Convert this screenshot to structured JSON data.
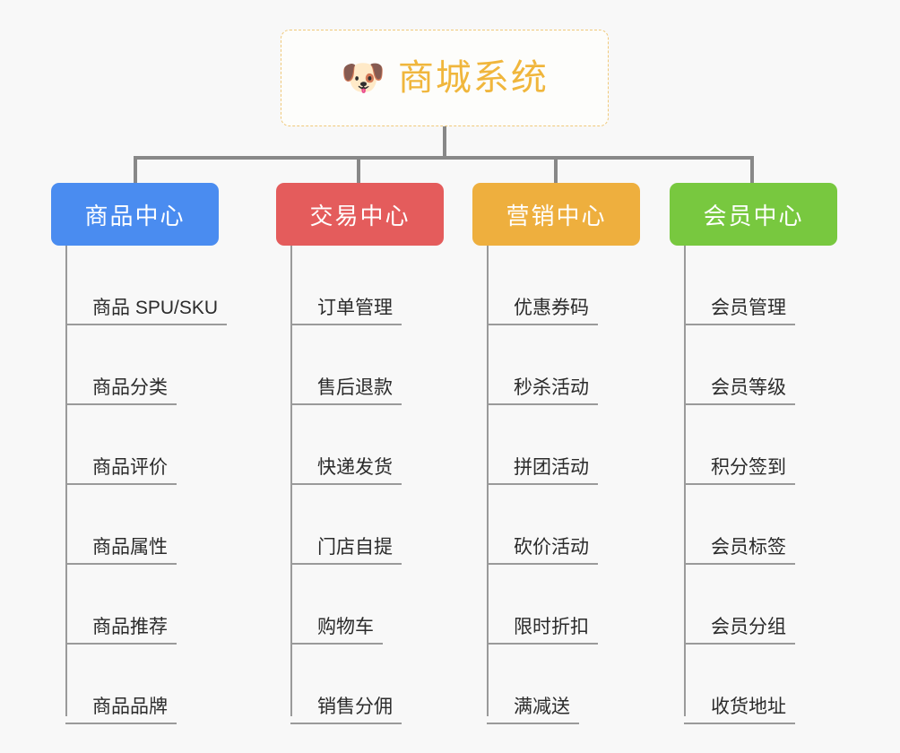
{
  "page": {
    "background_color": "#f8f8f8",
    "title": "商城系统"
  },
  "root": {
    "icon": "shiba-dog-face-emoji",
    "icon_glyph": "🐶",
    "label": "商城系统",
    "text_color": "#f0b63c",
    "border_color": "#f0c97a"
  },
  "branches": [
    {
      "label": "商品中心",
      "color": "#4a8cf0",
      "items": [
        {
          "label": "商品 SPU/SKU"
        },
        {
          "label": "商品分类"
        },
        {
          "label": "商品评价"
        },
        {
          "label": "商品属性"
        },
        {
          "label": "商品推荐"
        },
        {
          "label": "商品品牌"
        }
      ]
    },
    {
      "label": "交易中心",
      "color": "#e45c5c",
      "items": [
        {
          "label": "订单管理"
        },
        {
          "label": "售后退款"
        },
        {
          "label": "快递发货"
        },
        {
          "label": "门店自提"
        },
        {
          "label": "购物车"
        },
        {
          "label": "销售分佣"
        }
      ]
    },
    {
      "label": "营销中心",
      "color": "#eeaf3e",
      "items": [
        {
          "label": "优惠券码"
        },
        {
          "label": "秒杀活动"
        },
        {
          "label": "拼团活动"
        },
        {
          "label": "砍价活动"
        },
        {
          "label": "限时折扣"
        },
        {
          "label": "满减送"
        }
      ]
    },
    {
      "label": "会员中心",
      "color": "#78c83f",
      "items": [
        {
          "label": "会员管理"
        },
        {
          "label": "会员等级"
        },
        {
          "label": "积分签到"
        },
        {
          "label": "会员标签"
        },
        {
          "label": "会员分组"
        },
        {
          "label": "收货地址"
        }
      ]
    }
  ]
}
